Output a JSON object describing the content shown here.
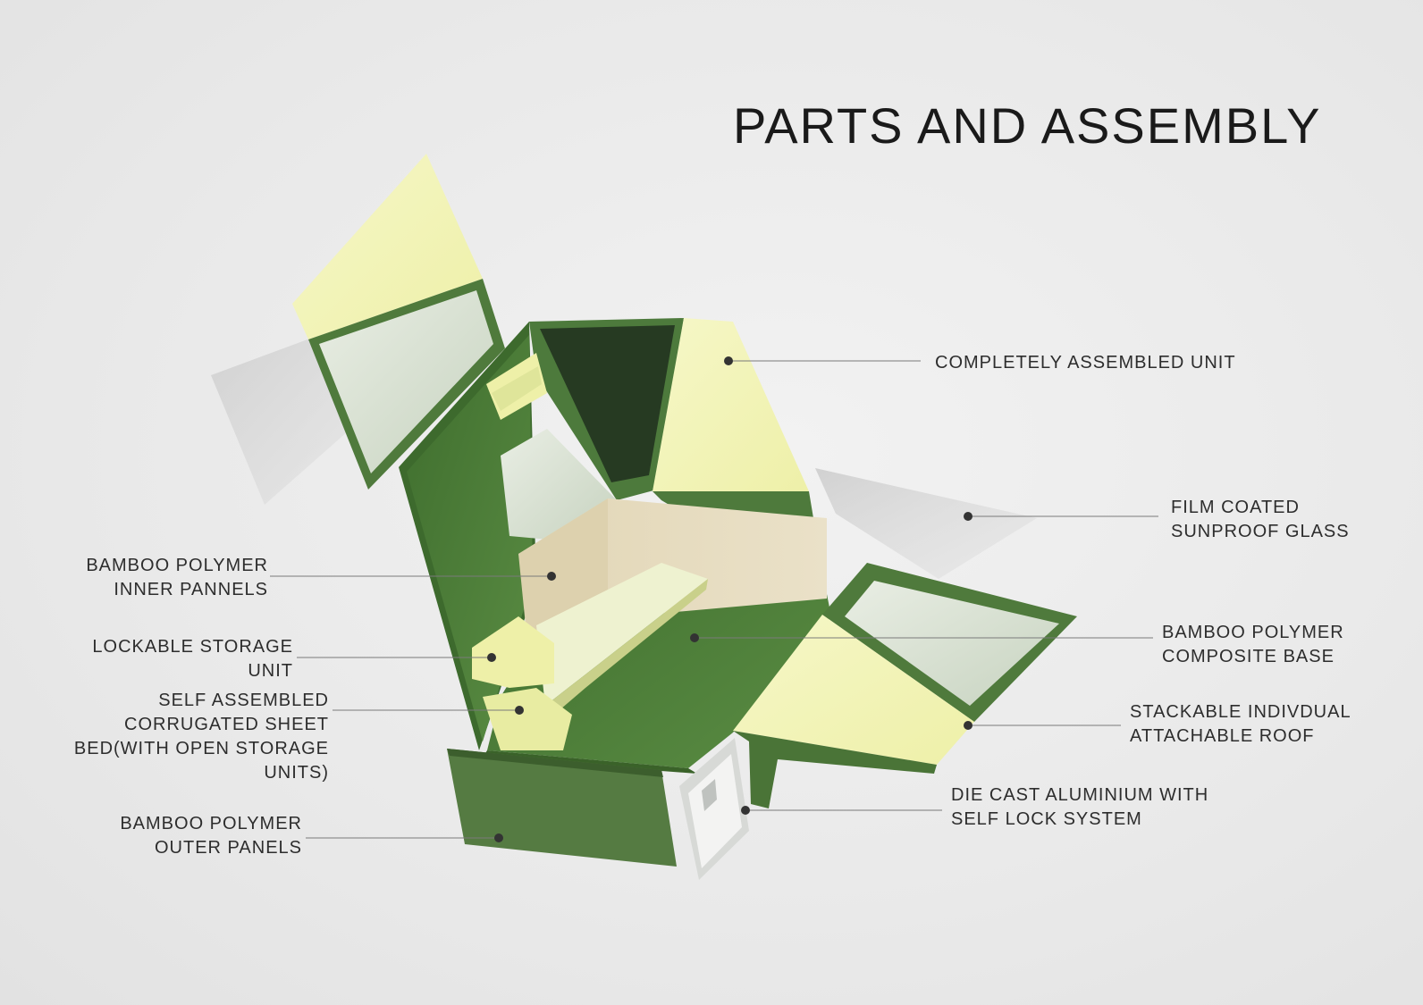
{
  "title": "PARTS AND ASSEMBLY",
  "colors": {
    "panel_green": "#4e7a3c",
    "dark_green": "#2f4a26",
    "pale_yellow": "#f3f4b8",
    "bamboo": "#e6dcc0",
    "grass": "#4f7f3a"
  },
  "labels": {
    "completely_assembled": [
      "COMPLETELY ASSEMBLED UNIT"
    ],
    "film_glass": [
      "FILM COATED",
      "SUNPROOF GLASS"
    ],
    "composite_base": [
      "BAMBOO POLYMER",
      "COMPOSITE BASE"
    ],
    "stackable_roof": [
      "STACKABLE INDIVDUAL",
      "ATTACHABLE ROOF"
    ],
    "die_cast": [
      "DIE CAST ALUMINIUM WITH",
      "SELF LOCK SYSTEM"
    ],
    "inner_panels": [
      "BAMBOO POLYMER",
      "INNER PANNELS"
    ],
    "storage_unit": [
      "LOCKABLE STORAGE",
      "UNIT"
    ],
    "sheet_bed": [
      "SELF ASSEMBLED",
      "CORRUGATED SHEET",
      "BED(WITH OPEN STORAGE",
      "UNITS)"
    ],
    "outer_panels": [
      "BAMBOO POLYMER",
      "OUTER PANELS"
    ]
  }
}
